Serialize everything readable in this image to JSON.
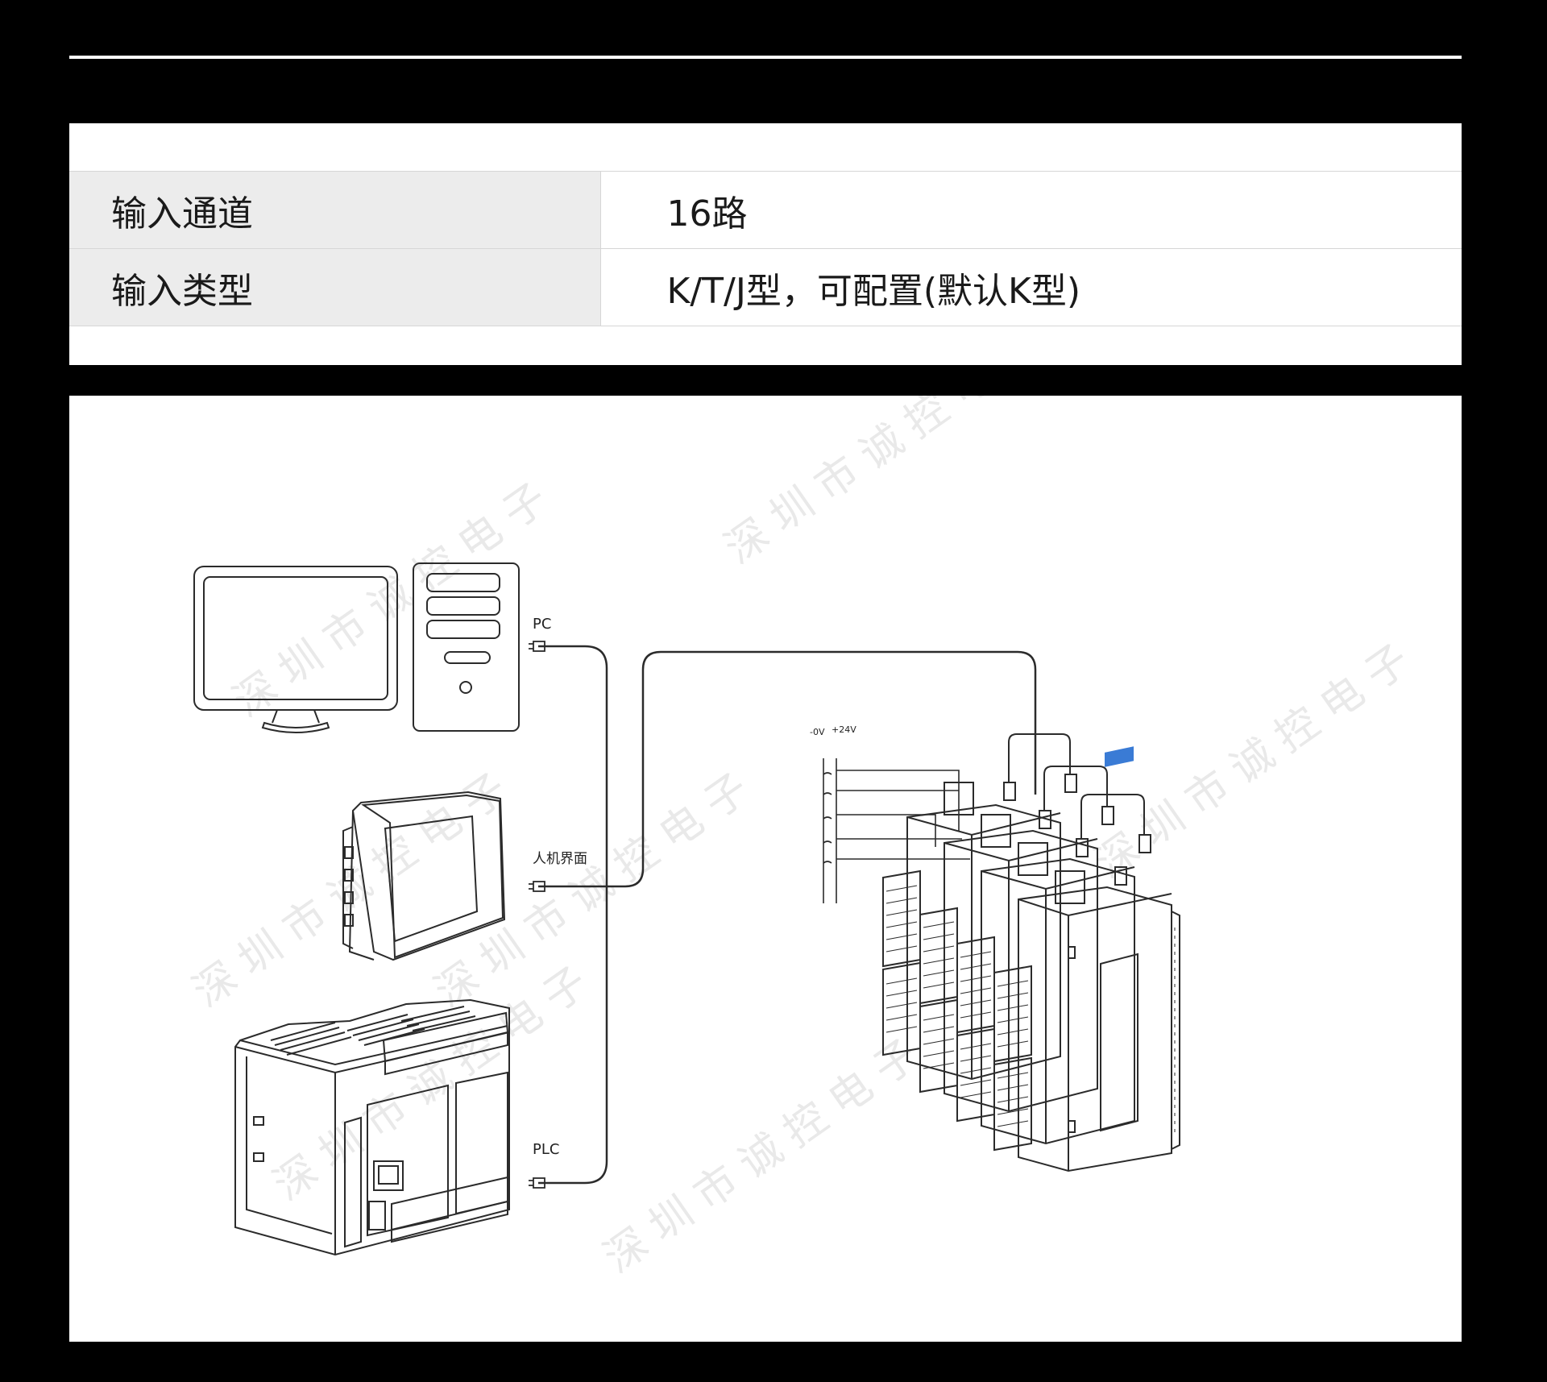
{
  "specs": [
    {
      "label": "输入通道",
      "value": "16路"
    },
    {
      "label": "输入类型",
      "value": "K/T/J型，可配置(默认K型)"
    }
  ],
  "diagram": {
    "pc_label": "PC",
    "hmi_label": "人机界面",
    "plc_label": "PLC",
    "power_minus_label": "-0V",
    "power_plus_label": "+24V",
    "watermark": "深圳市诚控电子"
  }
}
